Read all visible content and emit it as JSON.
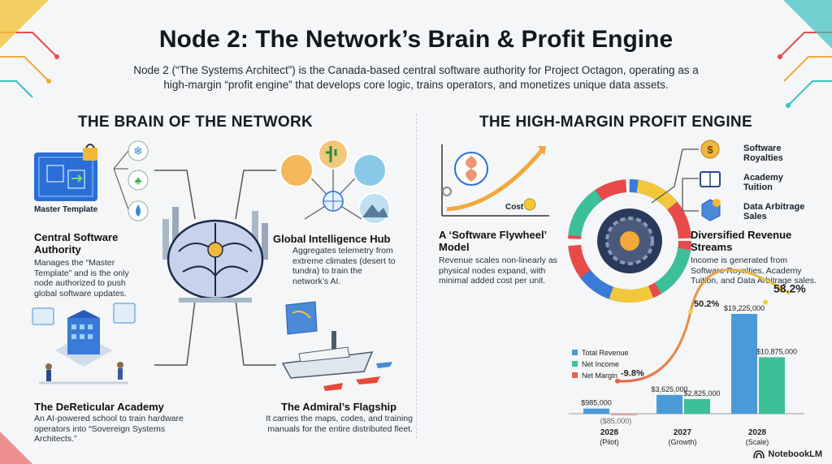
{
  "header": {
    "title": "Node 2: The Network’s Brain & Profit Engine",
    "subtitle": "Node 2 (“The Systems Architect”) is the Canada-based central software authority for Project Octagon, operating as a high-margin “profit engine” that develops core logic, trains operators, and monetizes unique data assets."
  },
  "left": {
    "heading": "THE BRAIN OF THE NETWORK",
    "master_template_label": "Master Template",
    "authority": {
      "title": "Central Software Authority",
      "text": "Manages the “Master Template” and is the only node authorized to push global software updates."
    },
    "hub": {
      "title": "Global Intelligence Hub",
      "text": "Aggregates telemetry from extreme climates (desert to tundra) to train the network’s AI."
    },
    "academy": {
      "title": "The DeReticular Academy",
      "text": "An AI-powered school to train hardware operators into “Sovereign Systems Architects.”"
    },
    "flagship": {
      "title": "The Admiral’s Flagship",
      "text": "It carries the maps, codes, and training manuals for the entire distributed fleet."
    }
  },
  "right": {
    "heading": "THE HIGH-MARGIN PROFIT ENGINE",
    "cost_label": "Cost",
    "flywheel": {
      "title": "A ‘Software Flywheel’ Model",
      "text": "Revenue scales non-linearly as physical nodes expand, with minimal added cost per unit."
    },
    "streams": {
      "items": [
        "Software Royalties",
        "Academy Tuition",
        "Data Arbitrage Sales"
      ],
      "title": "Diversified Revenue Streams",
      "text": "Income is generated from Software Royalties, Academy Tuition, and Data Arbitrage sales."
    }
  },
  "chart_data": {
    "type": "bar",
    "categories": [
      "2028 (Pilot)",
      "2027 (Growth)",
      "2028 (Scale)"
    ],
    "category_top": [
      "2028",
      "2027",
      "2028"
    ],
    "category_bottom": [
      "(Pilot)",
      "(Growth)",
      "(Scale)"
    ],
    "series": [
      {
        "name": "Total Revenue",
        "values": [
          985000,
          3625000,
          19225000
        ],
        "labels": [
          "$985,000",
          "$3,625,000",
          "$19,225,000"
        ],
        "color": "#4a9ad8"
      },
      {
        "name": "Net Income",
        "values": [
          -85000,
          2825000,
          10875000
        ],
        "labels": [
          "($85,000)",
          "$2,825,000",
          "$10,875,000"
        ],
        "color": "#3cc09a"
      },
      {
        "name": "Net Margin",
        "values": [
          -9.8,
          50.2,
          58.2
        ],
        "labels": [
          "-9.8%",
          "50.2%",
          "58.2%"
        ],
        "color": "#e8c83a"
      }
    ]
  },
  "brand": "NotebookLM",
  "colors": {
    "revenue": "#4a9ad8",
    "income": "#3cc09a",
    "margin_low": "#e8604a",
    "margin_high": "#e8d43a",
    "accent_blue": "#2a6fd6"
  }
}
